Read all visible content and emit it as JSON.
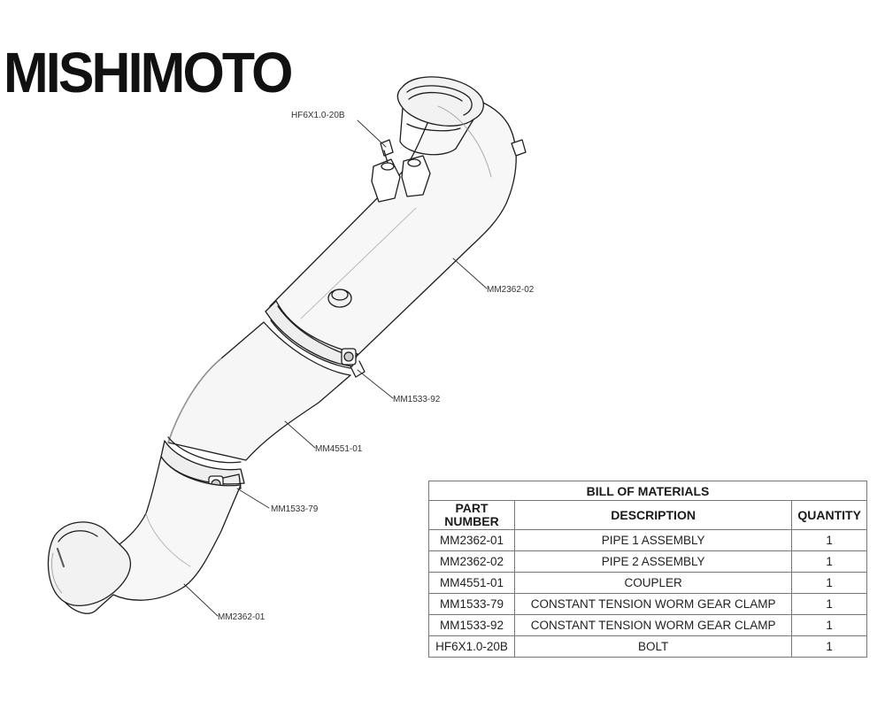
{
  "brand": {
    "logo_text": "MISHIMOTO"
  },
  "callouts": [
    {
      "id": "hf6x1",
      "label": "HF6X1.0-20B"
    },
    {
      "id": "mm2362_02",
      "label": "MM2362-02"
    },
    {
      "id": "mm1533_92",
      "label": "MM1533-92"
    },
    {
      "id": "mm4551_01",
      "label": "MM4551-01"
    },
    {
      "id": "mm1533_79",
      "label": "MM1533-79"
    },
    {
      "id": "mm2362_01",
      "label": "MM2362-01"
    }
  ],
  "bom": {
    "title": "BILL OF MATERIALS",
    "headers": {
      "part": "PART NUMBER",
      "description": "DESCRIPTION",
      "quantity": "QUANTITY"
    },
    "rows": [
      {
        "part": "MM2362-01",
        "description": "PIPE 1 ASSEMBLY",
        "quantity": "1"
      },
      {
        "part": "MM2362-02",
        "description": "PIPE 2 ASSEMBLY",
        "quantity": "1"
      },
      {
        "part": "MM4551-01",
        "description": "COUPLER",
        "quantity": "1"
      },
      {
        "part": "MM1533-79",
        "description": "CONSTANT TENSION WORM GEAR CLAMP",
        "quantity": "1"
      },
      {
        "part": "MM1533-92",
        "description": "CONSTANT TENSION WORM GEAR CLAMP",
        "quantity": "1"
      },
      {
        "part": "HF6X1.0-20B",
        "description": "BOLT",
        "quantity": "1"
      }
    ]
  }
}
